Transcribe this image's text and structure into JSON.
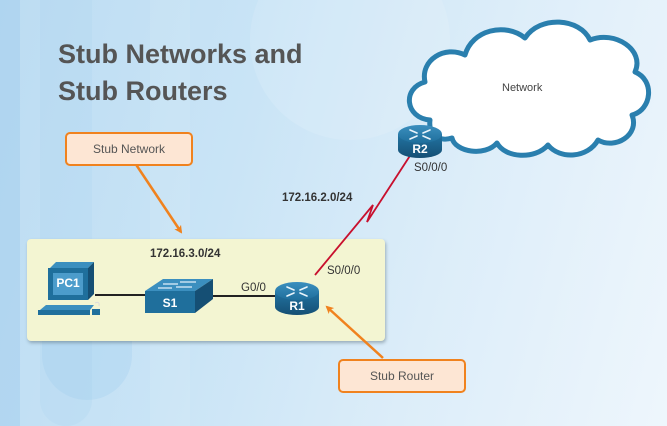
{
  "title": {
    "line1": "Stub Networks and",
    "line2": "Stub Routers"
  },
  "cloud": {
    "label": "Network"
  },
  "devices": {
    "pc1": {
      "label": "PC1",
      "type": "pc"
    },
    "s1": {
      "label": "S1",
      "type": "switch"
    },
    "r1": {
      "label": "R1",
      "type": "router"
    },
    "r2": {
      "label": "R2",
      "type": "router"
    }
  },
  "interfaces": {
    "r1_g0": "G0/0",
    "r1_s0": "S0/0/0",
    "r2_s0": "S0/0/0"
  },
  "networks": {
    "lan": "172.16.3.0/24",
    "wan": "172.16.2.0/24"
  },
  "callouts": {
    "stub_network": "Stub Network",
    "stub_router": "Stub Router"
  },
  "colors": {
    "callout_border": "#f0821e",
    "callout_fill": "#fde6d4",
    "serial_link": "#c8102e",
    "device": "#1f6f9c",
    "stub_area": "#f3f5d2"
  }
}
